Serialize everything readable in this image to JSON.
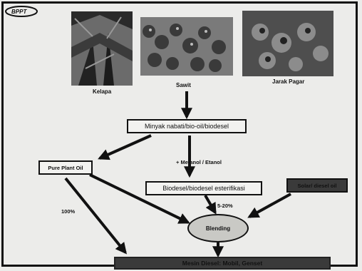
{
  "logo": {
    "text": "BPPT"
  },
  "photos": [
    {
      "caption": "Kelapa"
    },
    {
      "caption": "Sawit"
    },
    {
      "caption": "Jarak Pagar"
    }
  ],
  "nodes": {
    "main_oil": "Minyak nabati/bio-oil/biodesel",
    "pure_plant_oil": "Pure Plant Oil",
    "biodiesel": "Biodesel/biodesel esterifikasi",
    "solar": "Solar/ diesel oil",
    "blending": "Blending",
    "engine": "Mesin Diesel: Mobil, Genset"
  },
  "labels": {
    "methanol": "+ Metanol / Etanol",
    "percent_100": "100%",
    "percent_5_20": "5-20%"
  }
}
